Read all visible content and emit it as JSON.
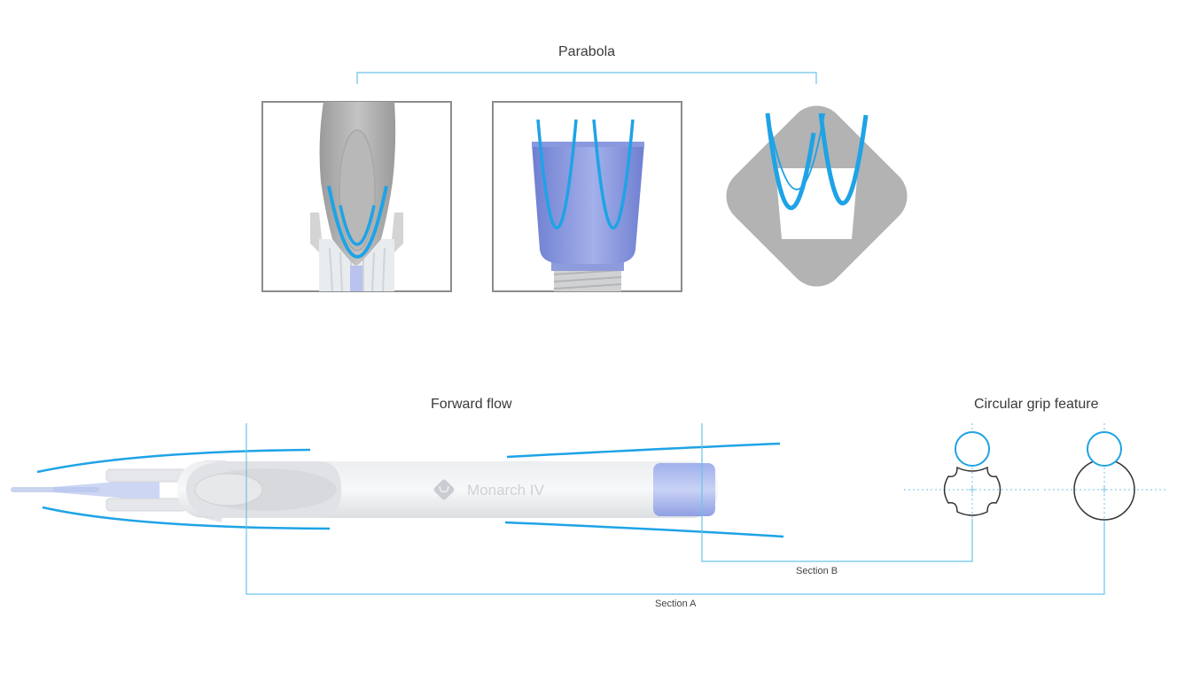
{
  "labels": {
    "parabola": "Parabola",
    "forward_flow": "Forward flow",
    "circular_grip": "Circular grip feature",
    "section_b": "Section B",
    "section_a": "Section A",
    "brand": "Monarch IV"
  },
  "colors": {
    "accent_blue": "#1ea3e6",
    "guide_blue": "#6cc3ea",
    "frame_gray": "#8c8c8c",
    "body_gray": "#b3b3b3",
    "light_body": "#e6e8ea",
    "cap_blue": "#7f8fdc",
    "outline_dark": "#333333"
  },
  "icons": {
    "brand_logo": "crown-logo-icon"
  }
}
